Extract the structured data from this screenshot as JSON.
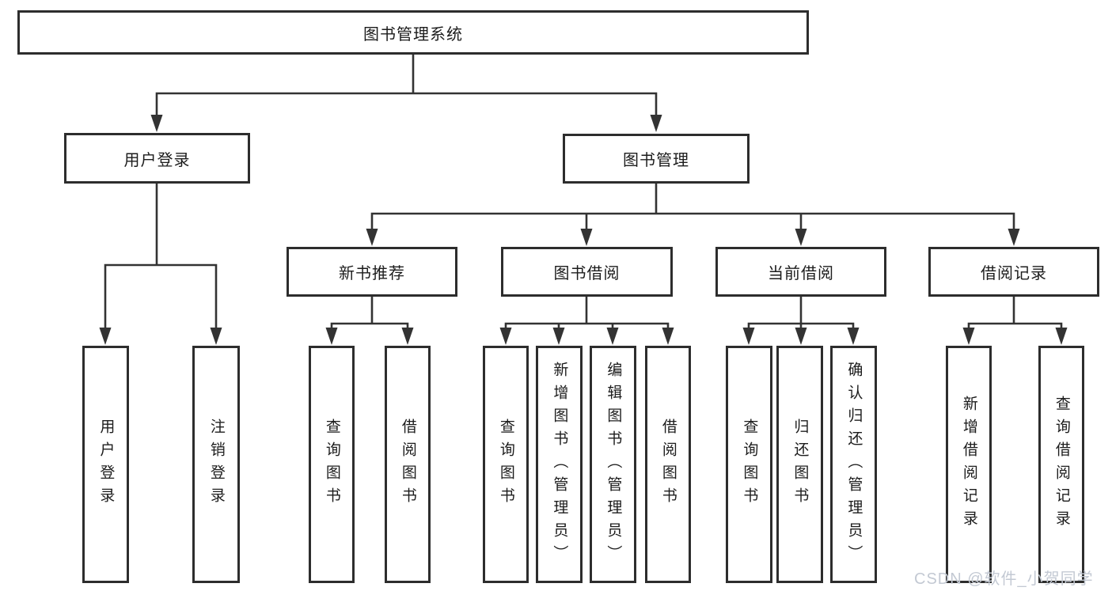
{
  "colors": {
    "line": "#333333",
    "border": "#2d2d2d",
    "text": "#1c1c1c",
    "watermark": "#c3c9d3",
    "background": "#ffffff"
  },
  "diagram": {
    "root": {
      "label": "图书管理系统"
    },
    "level2": [
      {
        "label": "用户登录"
      },
      {
        "label": "图书管理"
      }
    ],
    "level3": [
      {
        "label": "新书推荐"
      },
      {
        "label": "图书借阅"
      },
      {
        "label": "当前借阅"
      },
      {
        "label": "借阅记录"
      }
    ],
    "leaves": {
      "user_login": [
        "用户登录",
        "注销登录"
      ],
      "new_book": [
        "查询图书",
        "借阅图书"
      ],
      "book_borrow": [
        "查询图书",
        "新增图书（管理员）",
        "编辑图书（管理员）",
        "借阅图书"
      ],
      "current_borrow": [
        "查询图书",
        "归还图书",
        "确认归还（管理员）"
      ],
      "borrow_records": [
        "新增借阅记录",
        "查询借阅记录"
      ]
    }
  },
  "watermark": {
    "text": "CSDN @软件_小贺同学"
  }
}
